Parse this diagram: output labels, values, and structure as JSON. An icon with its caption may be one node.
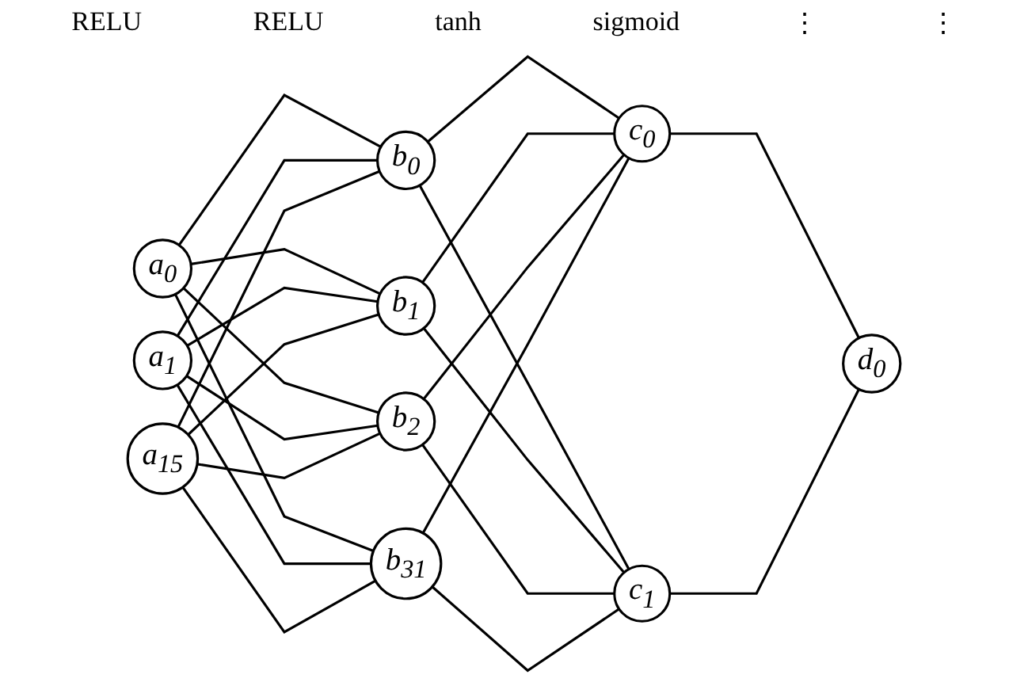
{
  "diagram": {
    "nodes": [
      {
        "text": [
          "a$_{0}$"
        ]
      },
      {
        "text": [
          "a$_{1}$"
        ]
      },
      {
        "text": [
          "a$_{15}$"
        ]
      },
      {
        "text": [
          "b$_{0}$"
        ]
      },
      {
        "text": [
          "b$_{1}$"
        ]
      },
      {
        "text": [
          "b$_{2}$"
        ]
      },
      {
        "text": [
          "b$_{31}$"
        ]
      },
      {
        "text": [
          "c$_{0}$"
        ]
      },
      {
        "text": [
          "c$_{1}$"
        ]
      },
      {
        "text": [
          "d$_{0}$"
        ]
      }
    ],
    "edges": [
      {
        "from": 0,
        "to": 3,
        "arrow": "none"
      },
      {
        "from": 0,
        "to": 4,
        "arrow": "none"
      },
      {
        "from": 0,
        "to": 5,
        "arrow": "none"
      },
      {
        "from": 0,
        "to": 6,
        "arrow": "none"
      },
      {
        "from": 1,
        "to": 3,
        "arrow": "none"
      },
      {
        "from": 1,
        "to": 4,
        "arrow": "none"
      },
      {
        "from": 1,
        "to": 5,
        "arrow": "none"
      },
      {
        "from": 1,
        "to": 6,
        "arrow": "none"
      },
      {
        "from": 2,
        "to": 3,
        "arrow": "none"
      },
      {
        "from": 2,
        "to": 4,
        "arrow": "none"
      },
      {
        "from": 2,
        "to": 5,
        "arrow": "none"
      },
      {
        "from": 2,
        "to": 6,
        "arrow": "none"
      },
      {
        "from": 3,
        "to": 7,
        "arrow": "none"
      },
      {
        "from": 3,
        "to": 8,
        "arrow": "none"
      },
      {
        "from": 4,
        "to": 7,
        "arrow": "none"
      },
      {
        "from": 4,
        "to": 8,
        "arrow": "none"
      },
      {
        "from": 5,
        "to": 7,
        "arrow": "none"
      },
      {
        "from": 5,
        "to": 8,
        "arrow": "none"
      },
      {
        "from": 6,
        "to": 7,
        "arrow": "none"
      },
      {
        "from": 6,
        "to": 8,
        "arrow": "none"
      },
      {
        "from": 7,
        "to": 9,
        "arrow": "none"
      },
      {
        "from": 8,
        "to": 9,
        "arrow": "none"
      }
    ],
    "labels": [
      "RELU",
      "RELU",
      "tanh",
      "sigmoid",
      "⋮",
      "⋮"
    ]
  }
}
